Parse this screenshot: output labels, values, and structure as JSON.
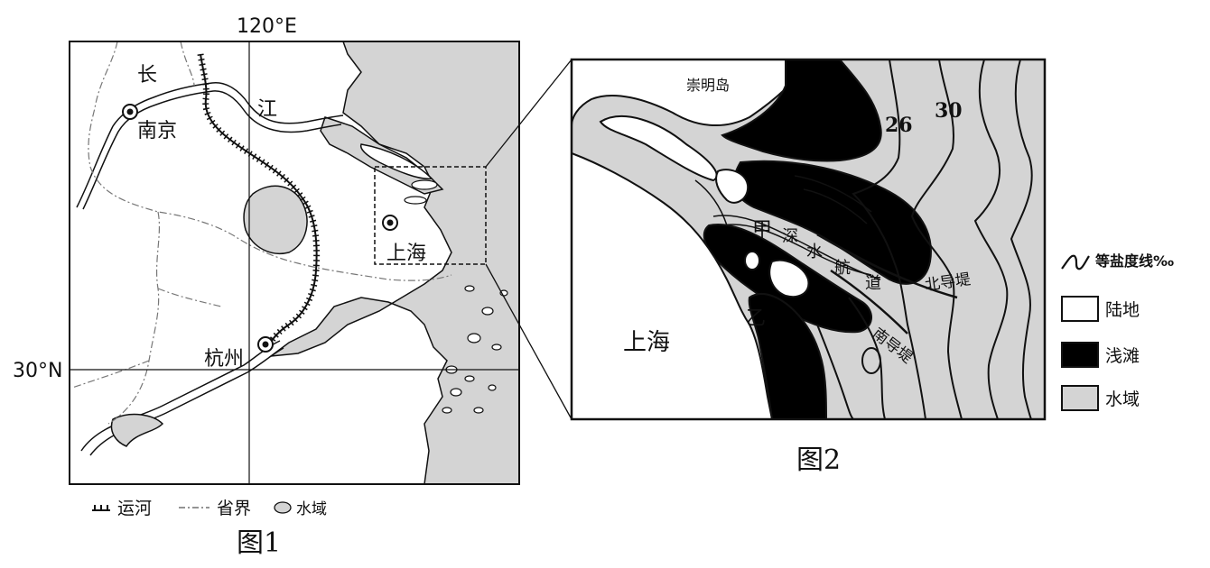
{
  "figure1": {
    "caption": "图1",
    "lon_label": "120°E",
    "lat_label": "30°N",
    "river_chars": [
      "长",
      "江"
    ],
    "cities": [
      "南京",
      "上海",
      "杭州"
    ],
    "legend": {
      "canal": "运河",
      "province_border": "省界",
      "water": "水域"
    }
  },
  "figure2": {
    "caption": "图2",
    "island": "崇明岛",
    "city": "上海",
    "isoline_values": [
      "26",
      "30"
    ],
    "points": [
      "甲",
      "乙"
    ],
    "channel_chars": [
      "深",
      "水",
      "航",
      "道"
    ],
    "north_dike": "北导堤",
    "south_dike": "南导堤",
    "legend": {
      "isohaline": "等盐度线‰",
      "land": "陆地",
      "shoal": "浅滩",
      "water": "水域"
    }
  },
  "colors": {
    "water": "#d4d4d4",
    "land": "#ffffff",
    "shoal": "#000000",
    "line": "#111111"
  }
}
